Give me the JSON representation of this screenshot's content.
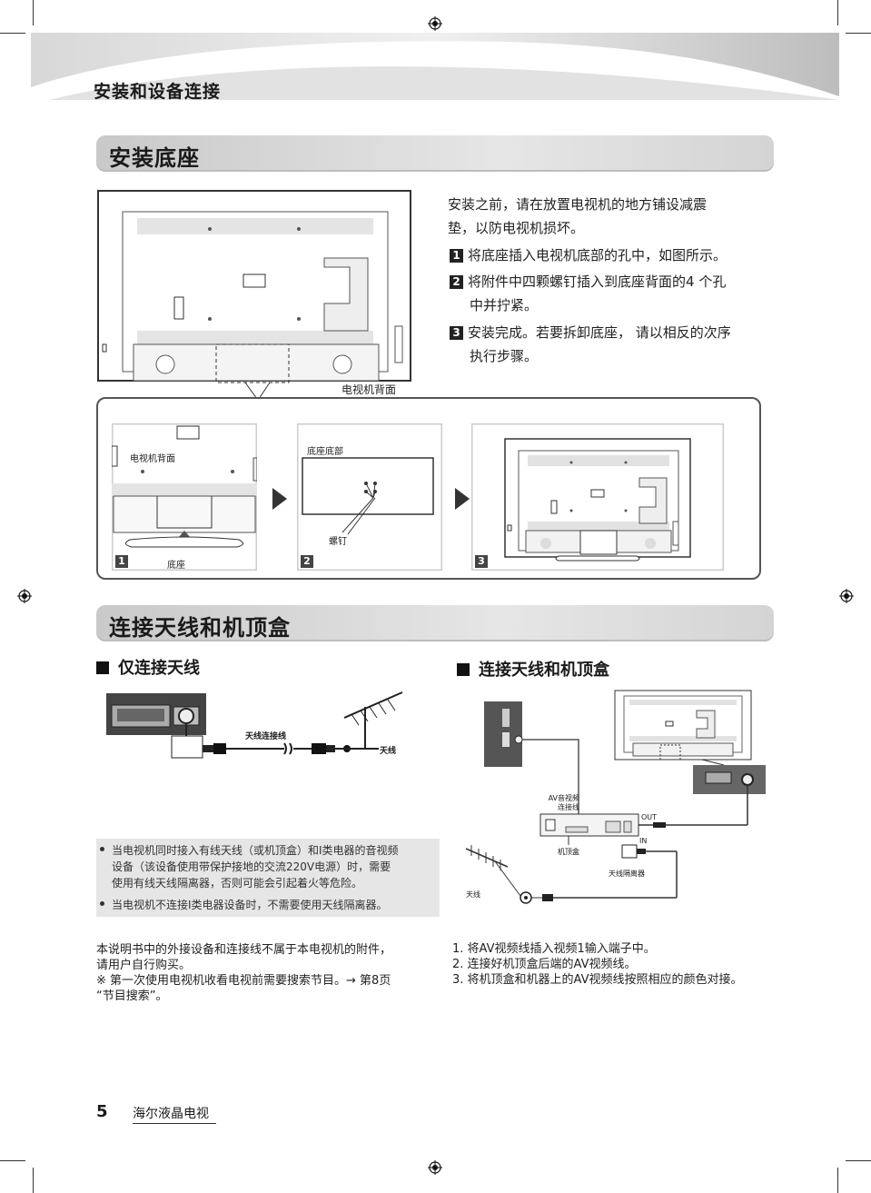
{
  "header": {
    "chapter_title": "安装和设备连接"
  },
  "section_stand": {
    "title": "安装底座",
    "intro": [
      "安装之前，请在放置电视机的地方铺设减震",
      "垫，以防电视机损坏。"
    ],
    "steps": [
      {
        "num": "1",
        "lines": [
          "将底座插入电视机底部的孔中，如图所示。"
        ]
      },
      {
        "num": "2",
        "lines": [
          "将附件中四颗螺钉插入到底座背面的4 个孔",
          "中并拧紧。"
        ]
      },
      {
        "num": "3",
        "lines": [
          "安装完成。若要拆卸底座， 请以相反的次序",
          "执行步骤。"
        ]
      }
    ],
    "tv_back_caption": "电视机背面",
    "panels": [
      {
        "num": "1",
        "label_back": "电视机背面",
        "label_stand": "底座"
      },
      {
        "num": "2",
        "label_bottom": "底座底部",
        "label_screw": "螺钉"
      },
      {
        "num": "3"
      }
    ]
  },
  "section_connect": {
    "title": "连接天线和机顶盒",
    "left": {
      "heading": "仅连接天线",
      "cable_label": "天线连接线",
      "antenna_label": "天线",
      "notes": [
        [
          "当电视机同时接入有线天线（或机顶盒）和I类电器的音视频",
          "设备（该设备使用带保护接地的交流220V电源）时，需要",
          "使用有线天线隔离器，否则可能会引起着火等危险。"
        ],
        [
          "当电视机不连接I类电器设备时，不需要使用天线隔离器。"
        ]
      ],
      "bottom": [
        "本说明书中的外接设备和连接线不属于本电视机的附件，",
        "请用户自行购买。",
        "※ 第一次使用电视机收看电视前需要搜索节目。→ 第8页",
        "“节目搜索”。"
      ]
    },
    "right": {
      "heading": "连接天线和机顶盒",
      "av_cable_label": [
        "AV音视频",
        "连接线"
      ],
      "out_label": "OUT",
      "in_label": "IN",
      "stb_label": "机顶盒",
      "isolator_label": "天线隔离器",
      "antenna_label": "天线",
      "steps": [
        "1. 将AV视频线插入视频1输入端子中。",
        "2. 连接好机顶盒后端的AV视频线。",
        "3. 将机顶盒和机器上的AV视频线按照相应的颜色对接。"
      ]
    }
  },
  "footer": {
    "page_number": "5",
    "brand": "海尔液晶电视"
  }
}
